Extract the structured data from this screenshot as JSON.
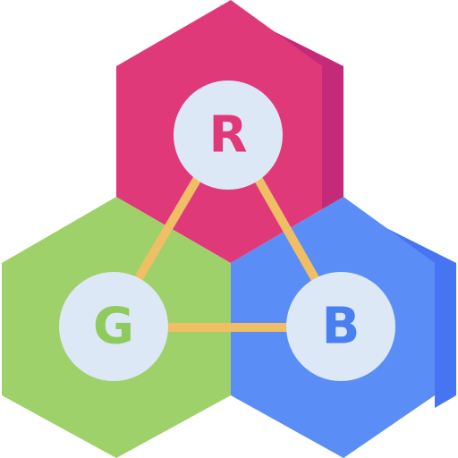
{
  "icon_name": "rgb-color-model-icon",
  "colors": {
    "red_hex": "#E0397A",
    "red_side": "#C42A78",
    "green_hex": "#9FD16A",
    "blue_hex": "#5A8EF6",
    "blue_side": "#4674F2",
    "connector": "#F0BE64",
    "node_fill": "#DDE8F7",
    "letter_red": "#E0397A",
    "letter_green": "#8FCB5C",
    "letter_blue": "#4A7FF0"
  },
  "nodes": {
    "red": {
      "label": "R"
    },
    "green": {
      "label": "G"
    },
    "blue": {
      "label": "B"
    }
  }
}
